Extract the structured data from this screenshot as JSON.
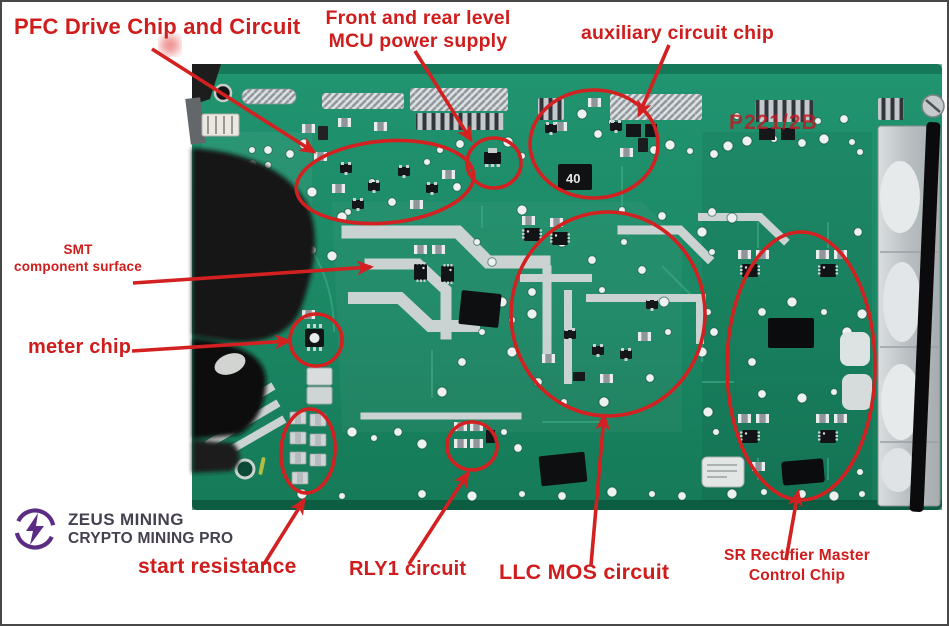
{
  "image": {
    "description": "Annotated photo of a green mining power supply PCB with red callout circles and arrows",
    "background": "#ffffff",
    "border_color": "#484848"
  },
  "colors": {
    "annotation_red": "#d32020",
    "board_green": "#1d8c69",
    "logo_purple": "#5b2c83",
    "logo_text": "#45404f"
  },
  "labels": {
    "pfc": "PFC Drive Chip and Circuit",
    "mcu_line1": "Front and rear level",
    "mcu_line2": "MCU power supply",
    "aux": "auxiliary circuit chip",
    "smt_line1": "SMT",
    "smt_line2": "component surface",
    "meter": "meter chip",
    "start": "start resistance",
    "rly1": "RLY1 circuit",
    "llc": "LLC MOS circuit",
    "sr_line1": "SR Rectifier Master",
    "sr_line2": "Control Chip"
  },
  "board_markings": {
    "code": "P221/2B",
    "chip": "40"
  },
  "logo": {
    "line1": "ZEUS MINING",
    "line2": "CRYPTO MINING PRO"
  }
}
